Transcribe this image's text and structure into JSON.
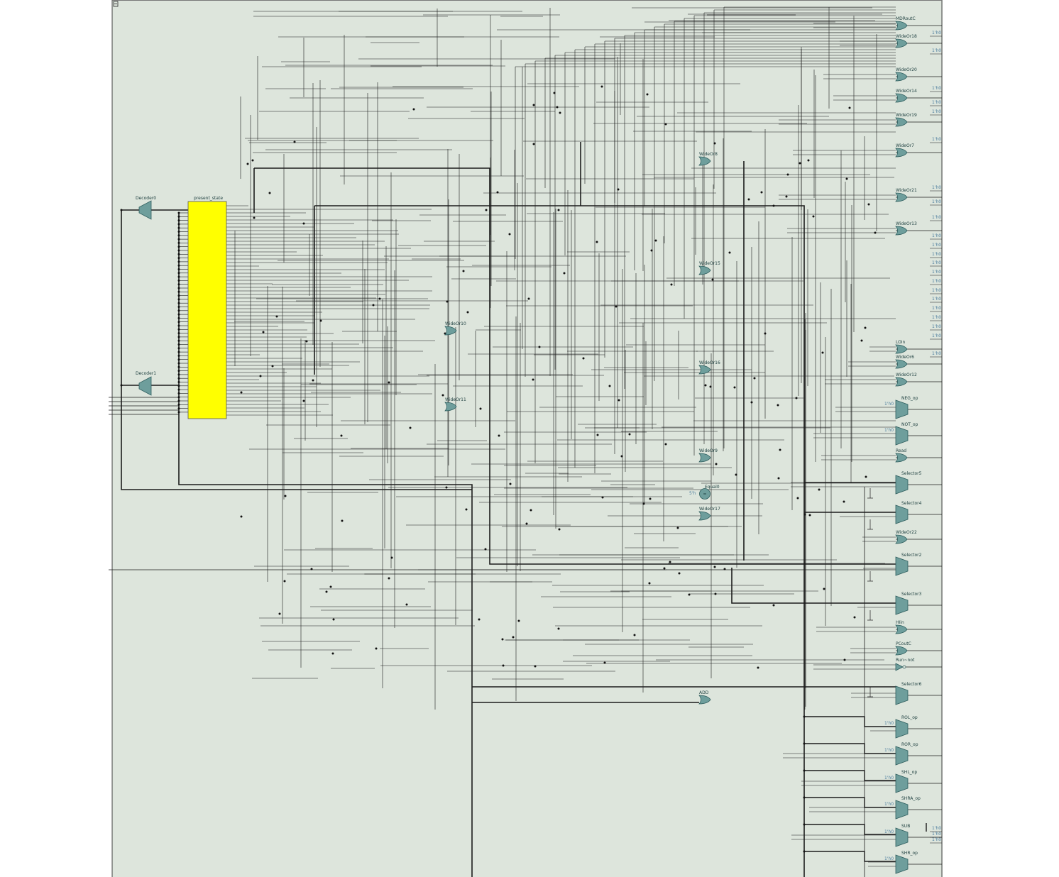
{
  "view": {
    "corner_icon": "collapse-box-icon",
    "colors": {
      "canvas": "#dde5dc",
      "wire": "#1c1c1c",
      "gate": "#6e9e9c",
      "gate_edge": "#2f5e5e",
      "register": "#ffff00",
      "label": "#1f4040",
      "constant": "#4f7f9f"
    }
  },
  "blocks": {
    "decoder0": "Decoder0",
    "decoder1": "Decoder1",
    "register": "present_state"
  },
  "gates": [
    {
      "id": "mdrout",
      "label": "MDRoutC",
      "kind": "or"
    },
    {
      "id": "wideor18",
      "label": "WideOr18",
      "kind": "or"
    },
    {
      "id": "wideor20",
      "label": "WideOr20",
      "kind": "or"
    },
    {
      "id": "wideor14",
      "label": "WideOr14",
      "kind": "or"
    },
    {
      "id": "wideor19",
      "label": "WideOr19",
      "kind": "or"
    },
    {
      "id": "wideor7",
      "label": "WideOr7",
      "kind": "or"
    },
    {
      "id": "wideor21",
      "label": "WideOr21",
      "kind": "or"
    },
    {
      "id": "wideor13",
      "label": "WideOr13",
      "kind": "or"
    },
    {
      "id": "wideor8",
      "label": "WideOr8",
      "kind": "or"
    },
    {
      "id": "wideor15",
      "label": "WideOr15",
      "kind": "or"
    },
    {
      "id": "wideor10",
      "label": "WideOr10",
      "kind": "or"
    },
    {
      "id": "wideor11",
      "label": "WideOr11",
      "kind": "or"
    },
    {
      "id": "wideor16",
      "label": "WideOr16",
      "kind": "or"
    },
    {
      "id": "wideor9",
      "label": "WideOr9",
      "kind": "or"
    },
    {
      "id": "wideor17",
      "label": "WideOr17",
      "kind": "or"
    },
    {
      "id": "loin",
      "label": "LOin",
      "kind": "or"
    },
    {
      "id": "wideor6",
      "label": "WideOr6",
      "kind": "or"
    },
    {
      "id": "wideor12",
      "label": "WideOr12",
      "kind": "or"
    },
    {
      "id": "read",
      "label": "Read",
      "kind": "or"
    },
    {
      "id": "wideor22",
      "label": "WideOr22",
      "kind": "or"
    },
    {
      "id": "hiin",
      "label": "HIin",
      "kind": "or"
    },
    {
      "id": "pcoutc",
      "label": "PCoutC",
      "kind": "or"
    },
    {
      "id": "add",
      "label": "ADD",
      "kind": "or"
    },
    {
      "id": "neg",
      "label": "NEG_op",
      "kind": "mux",
      "const": "1'h0"
    },
    {
      "id": "not",
      "label": "NOT_op",
      "kind": "mux",
      "const": "1'h0"
    },
    {
      "id": "sel5",
      "label": "Selector5",
      "kind": "mux"
    },
    {
      "id": "sel4",
      "label": "Selector4",
      "kind": "mux"
    },
    {
      "id": "sel2",
      "label": "Selector2",
      "kind": "mux"
    },
    {
      "id": "sel3",
      "label": "Selector3",
      "kind": "mux"
    },
    {
      "id": "sel6",
      "label": "Selector6",
      "kind": "mux"
    },
    {
      "id": "rol",
      "label": "ROL_op",
      "kind": "mux",
      "const": "1'h0"
    },
    {
      "id": "ror",
      "label": "ROR_op",
      "kind": "mux",
      "const": "1'h0"
    },
    {
      "id": "shl",
      "label": "SHL_op",
      "kind": "mux",
      "const": "1'h0"
    },
    {
      "id": "shra",
      "label": "SHRA_op",
      "kind": "mux",
      "const": "1'h0"
    },
    {
      "id": "sub",
      "label": "SUB",
      "kind": "mux",
      "const": "1'h0"
    },
    {
      "id": "shr",
      "label": "SHR_op",
      "kind": "mux",
      "const": "1'h0"
    },
    {
      "id": "equal0",
      "label": "Equal0",
      "kind": "eq",
      "const": "5'h"
    },
    {
      "id": "runnot",
      "label": "Run~not",
      "kind": "not"
    }
  ],
  "output_constants": [
    "1'h0",
    "1'h0",
    "1'h0",
    "1'h0",
    "1'h0",
    "1'h0",
    "1'h0",
    "1'h0",
    "1'h0",
    "1'h0",
    "1'h0",
    "1'h0",
    "1'h0",
    "1'h0",
    "1'h0",
    "1'h0",
    "1'h0",
    "1'h0",
    "1'h0",
    "1'h0",
    "1'h0",
    "1'h0",
    "1'h0",
    "1'h0",
    "1'h0"
  ]
}
